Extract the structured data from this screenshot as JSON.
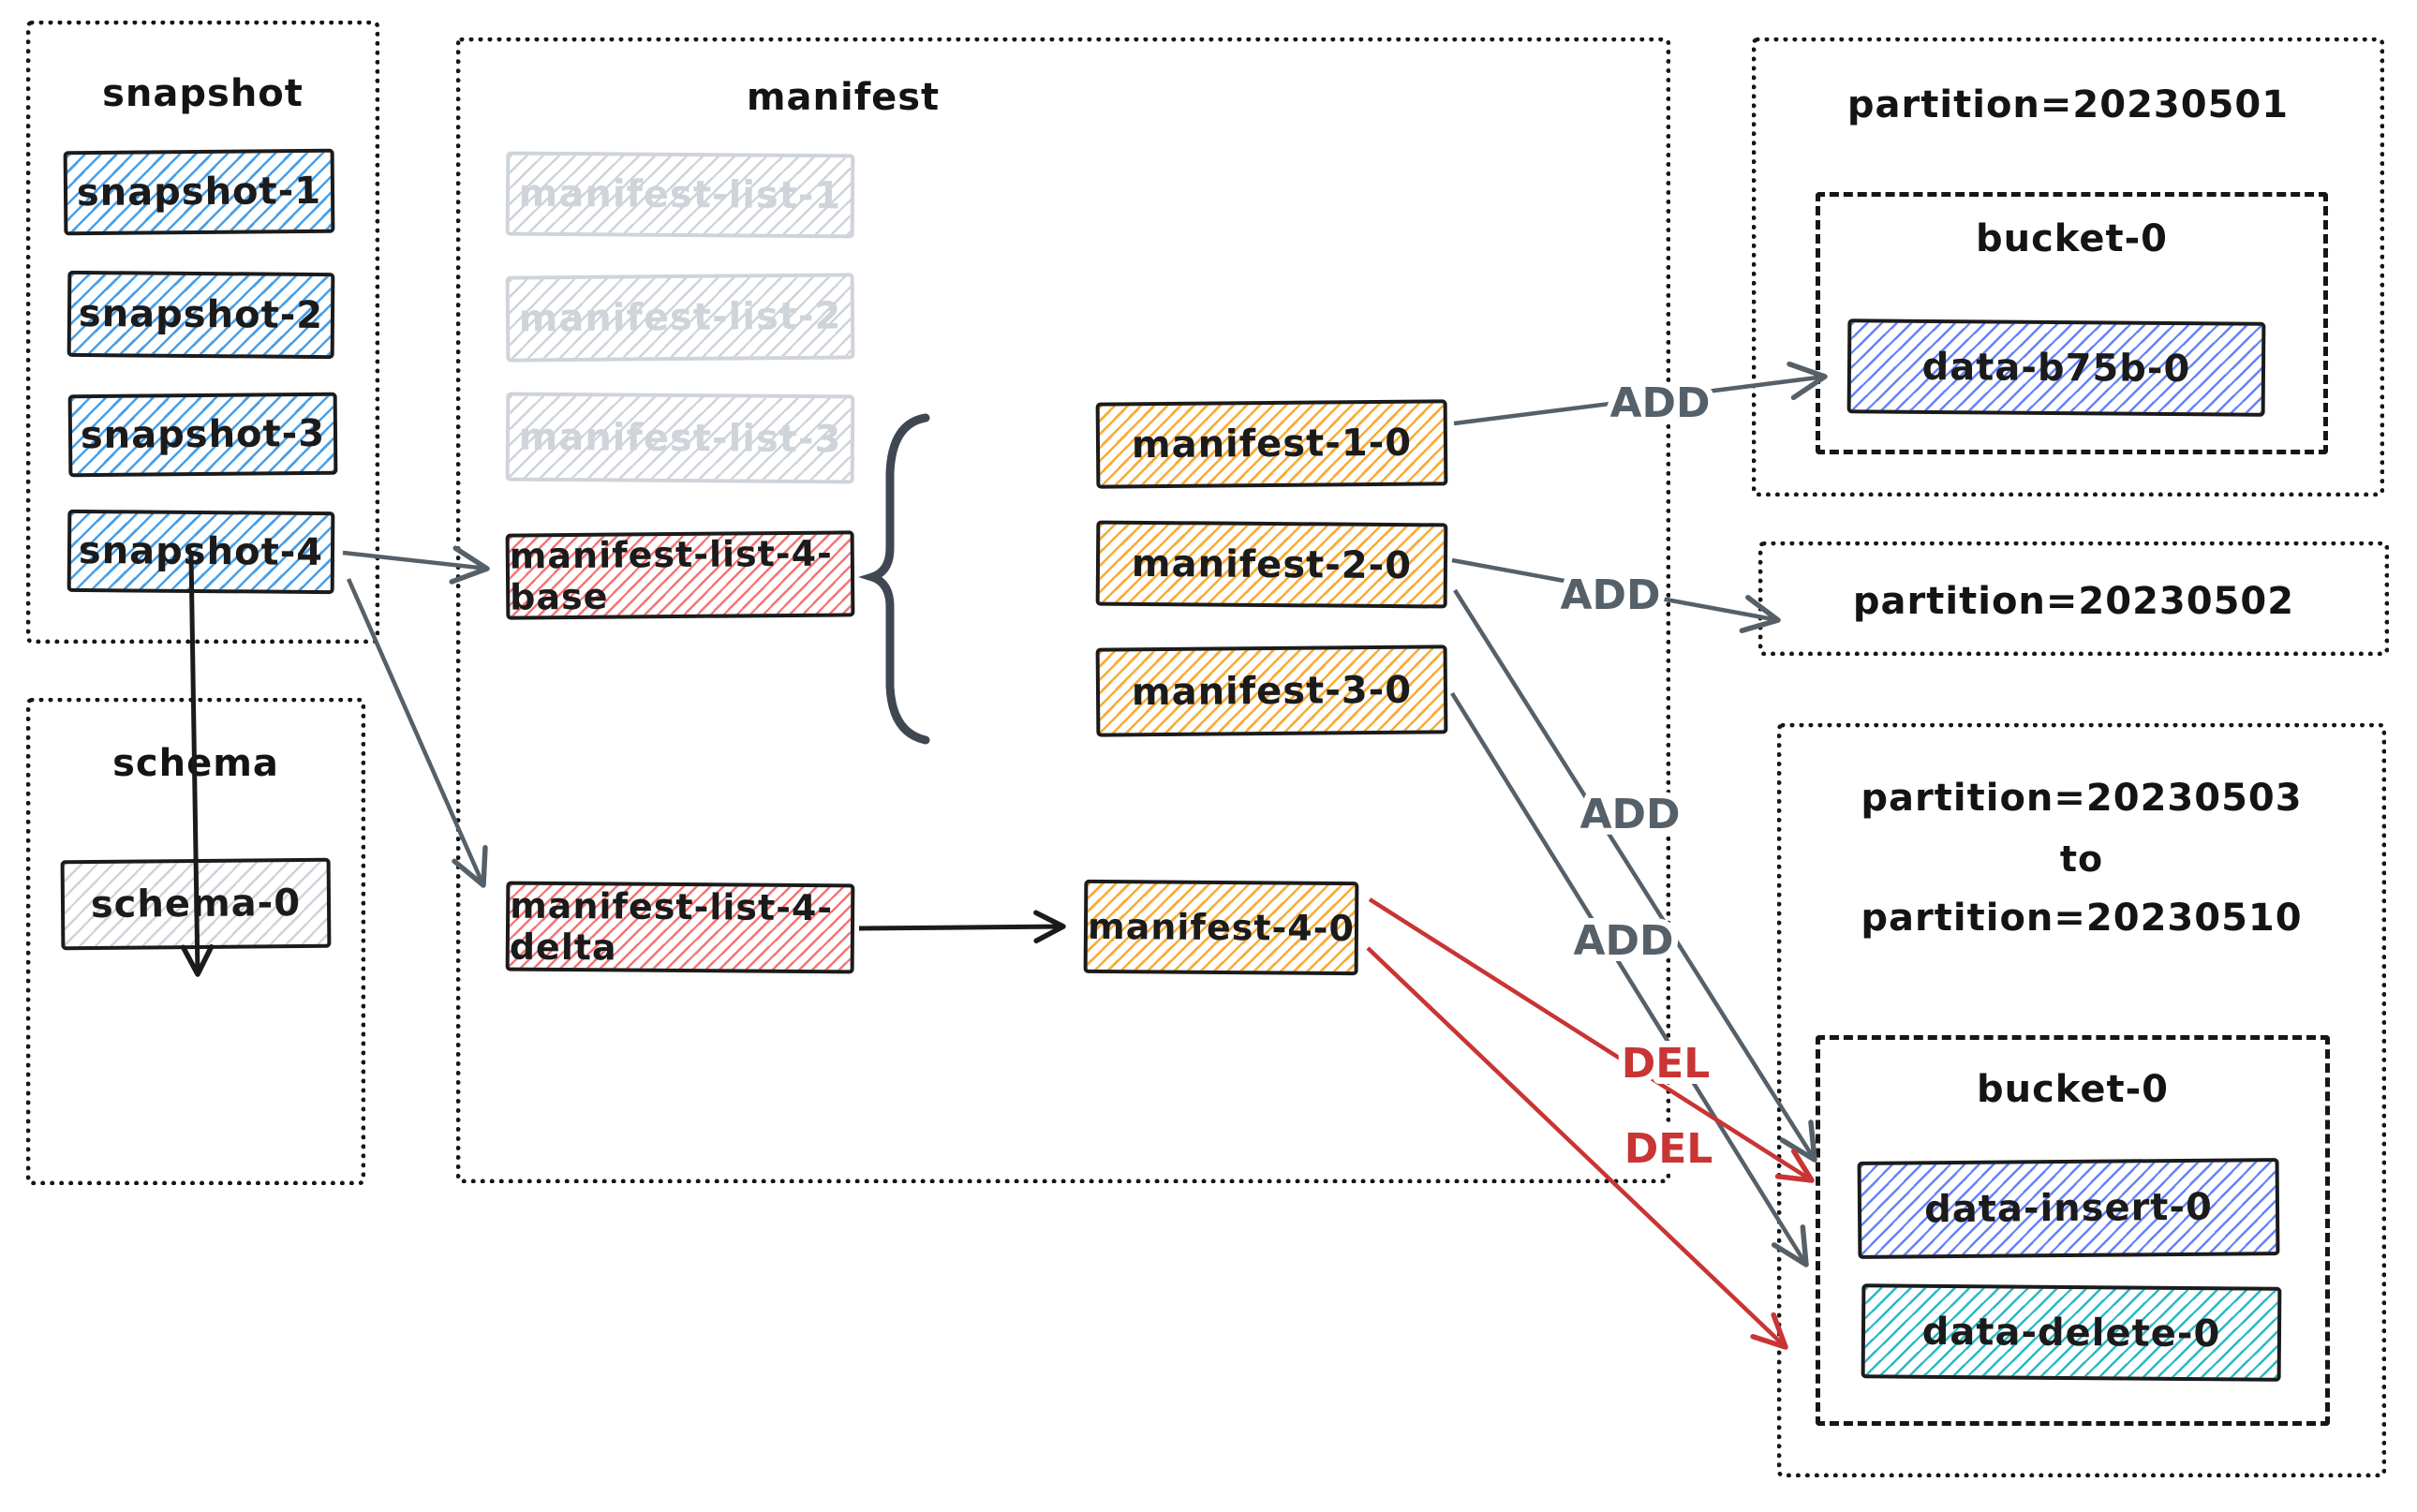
{
  "colors": {
    "sketch_black": "#1b1b1b",
    "arrow_gray": "#566069",
    "blue_hatch": "#3d9be9",
    "inactive_gray": "#ced4da",
    "red_hatch": "#f46565",
    "orange_hatch": "#f7a72c",
    "indigo_hatch": "#5c7cfa",
    "teal_hatch": "#1cb5c4",
    "del_red": "#c93434"
  },
  "snapshot_group": {
    "title": "snapshot",
    "items": [
      {
        "label": "snapshot-1"
      },
      {
        "label": "snapshot-2"
      },
      {
        "label": "snapshot-3"
      },
      {
        "label": "snapshot-4"
      }
    ]
  },
  "schema_group": {
    "title": "schema",
    "items": [
      {
        "label": "schema-0"
      }
    ]
  },
  "manifest_group": {
    "title": "manifest",
    "inactive_lists": [
      {
        "label": "manifest-list-1"
      },
      {
        "label": "manifest-list-2"
      },
      {
        "label": "manifest-list-3"
      }
    ],
    "base_list": {
      "label": "manifest-list-4-base"
    },
    "delta_list": {
      "label": "manifest-list-4-delta"
    },
    "manifests": [
      {
        "label": "manifest-1-0"
      },
      {
        "label": "manifest-2-0"
      },
      {
        "label": "manifest-3-0"
      },
      {
        "label": "manifest-4-0"
      }
    ]
  },
  "partitions": {
    "p1": {
      "title": "partition=20230501",
      "bucket_title": "bucket-0",
      "file": "data-b75b-0"
    },
    "p2": {
      "title": "partition=20230502"
    },
    "p3": {
      "title_line1": "partition=20230503",
      "title_line2": "to",
      "title_line3": "partition=20230510",
      "bucket_title": "bucket-0",
      "files": [
        {
          "label": "data-insert-0"
        },
        {
          "label": "data-delete-0"
        }
      ]
    }
  },
  "edge_labels": {
    "add1": "ADD",
    "add2": "ADD",
    "add3": "ADD",
    "add4": "ADD",
    "del1": "DEL",
    "del2": "DEL"
  }
}
